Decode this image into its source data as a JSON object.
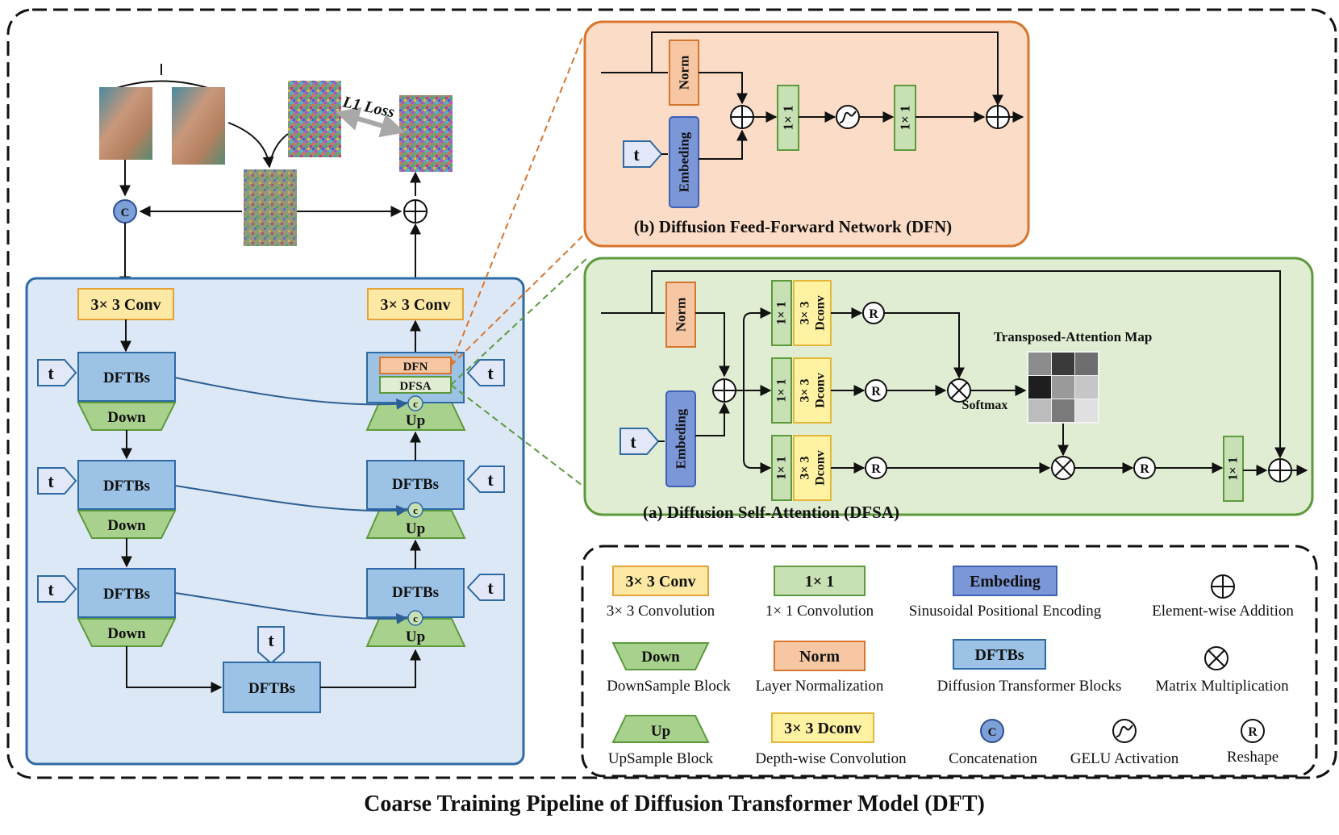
{
  "title": "Coarse Training Pipeline of  Diffusion Transformer Model (DFT)",
  "top": {
    "loss_label": "L1 Loss",
    "concat_symbol": "C"
  },
  "main": {
    "conv_in": "3× 3 Conv",
    "conv_out": "3× 3 Conv",
    "dftbs": "DFTBs",
    "down": "Down",
    "up": "Up",
    "t": "t",
    "dfn": "DFN",
    "dfsa": "DFSA",
    "c": "c"
  },
  "dfn_panel": {
    "caption": "(b) Diffusion Feed-Forward Network (DFN)",
    "norm": "Norm",
    "embed": "Embeding",
    "one_by_one": "1× 1",
    "t": "t"
  },
  "dfsa_panel": {
    "caption": "(a) Diffusion Self-Attention (DFSA)",
    "norm": "Norm",
    "embed": "Embeding",
    "one_by_one": "1× 1",
    "dconv_line1": "3× 3",
    "dconv_line2": "Dconv",
    "reshape": "R",
    "attn_map": "Transposed-Attention Map",
    "softmax": "Softmax",
    "t": "t"
  },
  "legend": {
    "conv_box": "3× 3 Conv",
    "conv_desc": "3× 3 Convolution",
    "one_box": "1× 1",
    "one_desc": "1× 1 Convolution",
    "emb_box": "Embeding",
    "emb_desc": "Sinusoidal Positional Encoding",
    "add_desc": "Element-wise Addition",
    "down_box": "Down",
    "down_desc": "DownSample Block",
    "norm_box": "Norm",
    "norm_desc": "Layer Normalization",
    "dftbs_box": "DFTBs",
    "dftbs_desc": "Diffusion Transformer Blocks",
    "mul_desc": "Matrix Multiplication",
    "up_box": "Up",
    "up_desc": "UpSample Block",
    "dconv_box": "3× 3 Dconv",
    "dconv_desc": "Depth-wise Convolution",
    "c_symbol": "C",
    "c_desc": "Concatenation",
    "gelu_desc": "GELU Activation",
    "r_symbol": "R",
    "r_desc": "Reshape"
  },
  "colors": {
    "conv": "#fde9a4",
    "conv_border": "#e3a33a",
    "one": "#c7e0b4",
    "one_border": "#5c9a3c",
    "embed": "#7b97d8",
    "embed_border": "#3f61b4",
    "norm": "#f6c7a2",
    "norm_border": "#d8752e",
    "dftbs": "#9cc3e6",
    "dftbs_border": "#2e6aa6",
    "main_bg": "#dce8f5",
    "dfn_bg": "#fbdcc6",
    "dfsa_bg": "#e1edd3"
  }
}
